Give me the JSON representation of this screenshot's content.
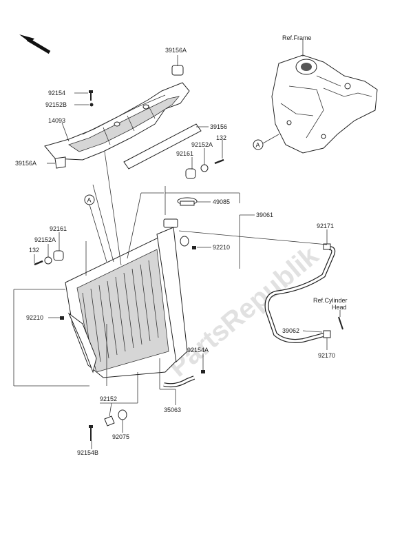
{
  "diagram": {
    "watermark": "PartsRepublik",
    "reference_callout": "A",
    "ref_labels": {
      "frame": "Ref.Frame",
      "cylinder_head_line1": "Ref.Cylinder",
      "cylinder_head_line2": "Head"
    },
    "part_numbers": {
      "p39156A_top": "39156A",
      "p92154": "92154",
      "p92152B": "92152B",
      "p14093": "14093",
      "p39156": "39156",
      "p92152A_right": "92152A",
      "p132_right": "132",
      "p92161_right": "92161",
      "p39156A_left": "39156A",
      "p49085": "49085",
      "p39061": "39061",
      "p92161_left": "92161",
      "p92152A_left": "92152A",
      "p132_left": "132",
      "p92210_right": "92210",
      "p92171": "92171",
      "p92210_left": "92210",
      "p39062": "39062",
      "p92170": "92170",
      "p92154A": "92154A",
      "p92152": "92152",
      "p35063": "35063",
      "p92075": "92075",
      "p92154B": "92154B"
    }
  }
}
